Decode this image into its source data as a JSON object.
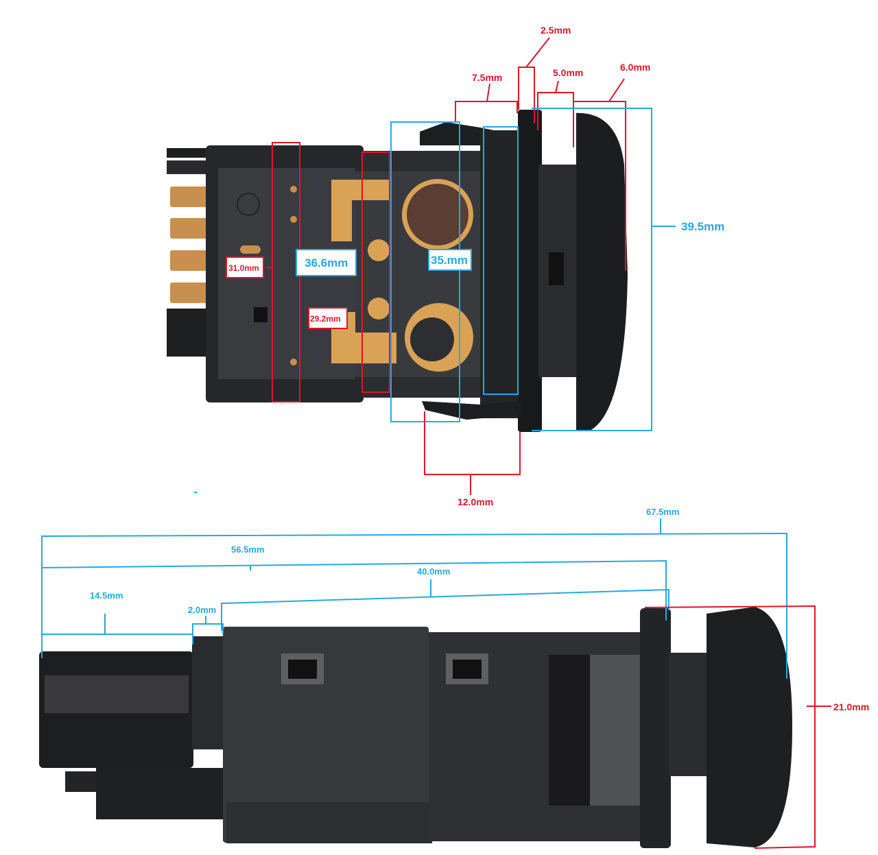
{
  "top_view": {
    "labels": {
      "d_2_5": "2.5mm",
      "d_7_5": "7.5mm",
      "d_5_0": "5.0mm",
      "d_6_0": "6.0mm",
      "d_39_5": "39.5mm",
      "d_31_0": "31.0mm",
      "d_36_6": "36.6mm",
      "d_35": "35.mm",
      "d_29_2": "29.2mm",
      "d_12_0": "12.0mm"
    }
  },
  "side_view": {
    "labels": {
      "d_67_5": "67.5mm",
      "d_56_5": "56.5mm",
      "d_40_0": "40.0mm",
      "d_14_5": "14.5mm",
      "d_2_0": "2.0mm",
      "d_21_0": "21.0mm"
    }
  },
  "colors": {
    "red": "#e0142b",
    "blue": "#25a9e0",
    "body": "#1b1c1e",
    "contact": "#d9a255"
  }
}
